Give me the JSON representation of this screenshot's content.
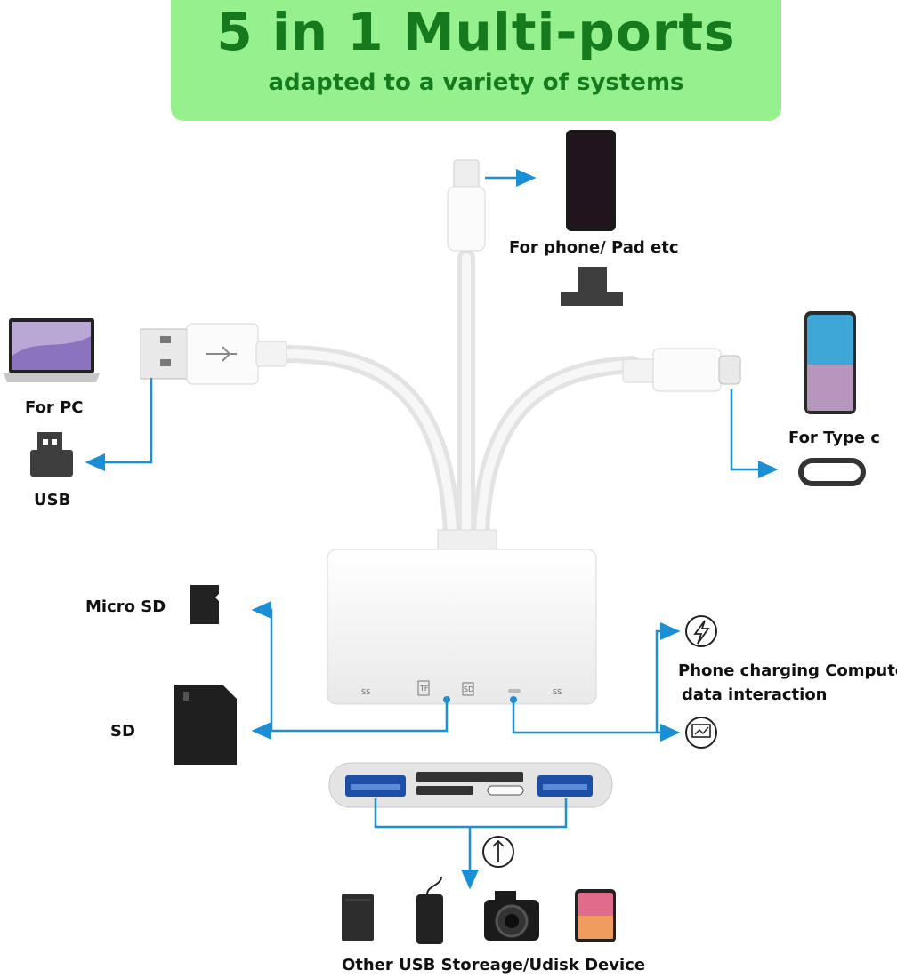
{
  "banner": {
    "title": "5 in 1 Multi-ports",
    "subtitle": "adapted to a variety of systems"
  },
  "labels": {
    "phone_pad": "For  phone/ Pad etc",
    "for_pc": "For PC",
    "usb": "USB",
    "type_c": "For Type c",
    "micro_sd": "Micro SD",
    "sd": "SD",
    "charging_line1": "Phone charging Computer",
    "charging_line2": "data interaction",
    "other_usb": "Other USB Storeage/Udisk Device"
  },
  "port_marks": {
    "ss_left": "SS",
    "tf": "TF",
    "sd": "SD",
    "ss_right": "SS"
  },
  "colors": {
    "banner_bg": "#97f08e",
    "banner_text": "#157a1e",
    "arrow": "#1a8fd6",
    "usb_blue": "#1d4fa8"
  }
}
